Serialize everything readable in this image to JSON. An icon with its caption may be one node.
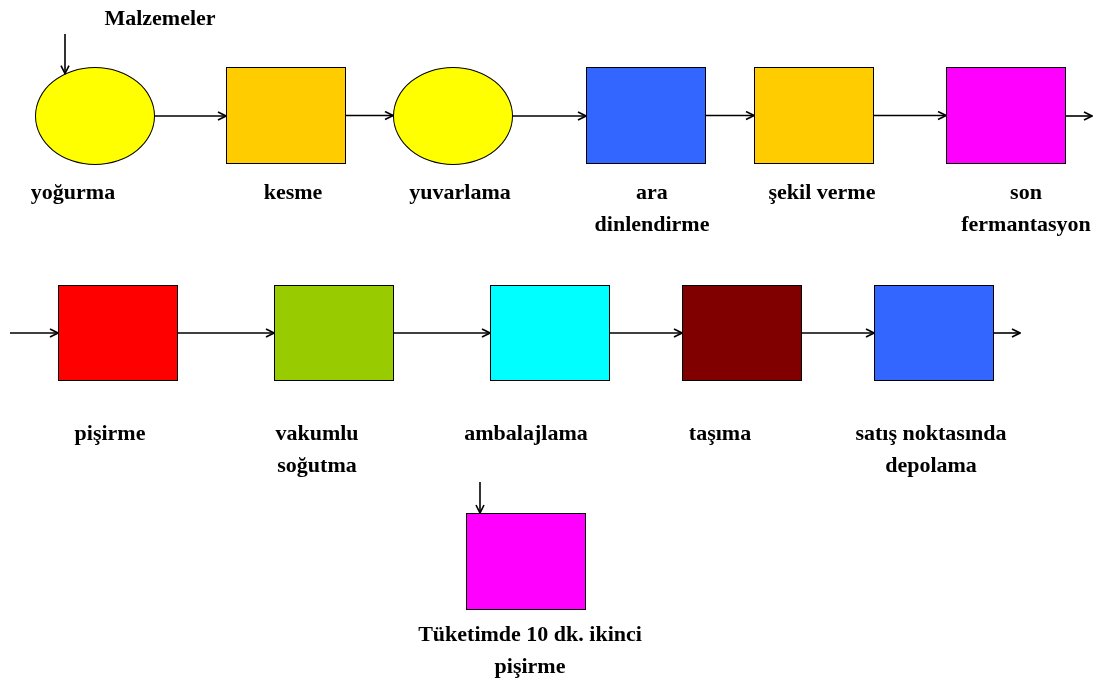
{
  "diagram": {
    "nodes": [
      {
        "text": [
          "Malzemeler"
        ]
      },
      {
        "text": [
          "yoğurma"
        ]
      },
      {
        "text": [
          "kesme"
        ]
      },
      {
        "text": [
          "yuvarlama"
        ]
      },
      {
        "text": [
          "ara dinlendirme"
        ]
      },
      {
        "text": [
          "şekil verme"
        ]
      },
      {
        "text": [
          "son fermantasyon"
        ]
      },
      {
        "text": [
          "pişirme"
        ]
      },
      {
        "text": [
          "vakumlu soğutma"
        ]
      },
      {
        "text": [
          "ambalajlama"
        ]
      },
      {
        "text": [
          "taşıma"
        ]
      },
      {
        "text": [
          "satış noktasında depolama"
        ]
      },
      {
        "text": [
          "Tüketimde 10 dk. ikinci pişirme"
        ]
      }
    ],
    "edges": [
      {
        "from": 0,
        "to": 1,
        "arrow": "to"
      },
      {
        "from": 1,
        "to": 2,
        "arrow": "to"
      },
      {
        "from": 2,
        "to": 3,
        "arrow": "to"
      },
      {
        "from": 3,
        "to": 4,
        "arrow": "to"
      },
      {
        "from": 4,
        "to": 5,
        "arrow": "to"
      },
      {
        "from": 5,
        "to": 6,
        "arrow": "to"
      },
      {
        "from": 6,
        "to": null,
        "arrow": "to"
      },
      {
        "from": null,
        "to": 7,
        "arrow": "to"
      },
      {
        "from": 7,
        "to": 8,
        "arrow": "to"
      },
      {
        "from": 8,
        "to": 9,
        "arrow": "to"
      },
      {
        "from": 9,
        "to": 10,
        "arrow": "to"
      },
      {
        "from": 10,
        "to": 11,
        "arrow": "to"
      },
      {
        "from": 11,
        "to": null,
        "arrow": "to"
      },
      {
        "from": null,
        "to": 12,
        "arrow": "to"
      }
    ]
  }
}
